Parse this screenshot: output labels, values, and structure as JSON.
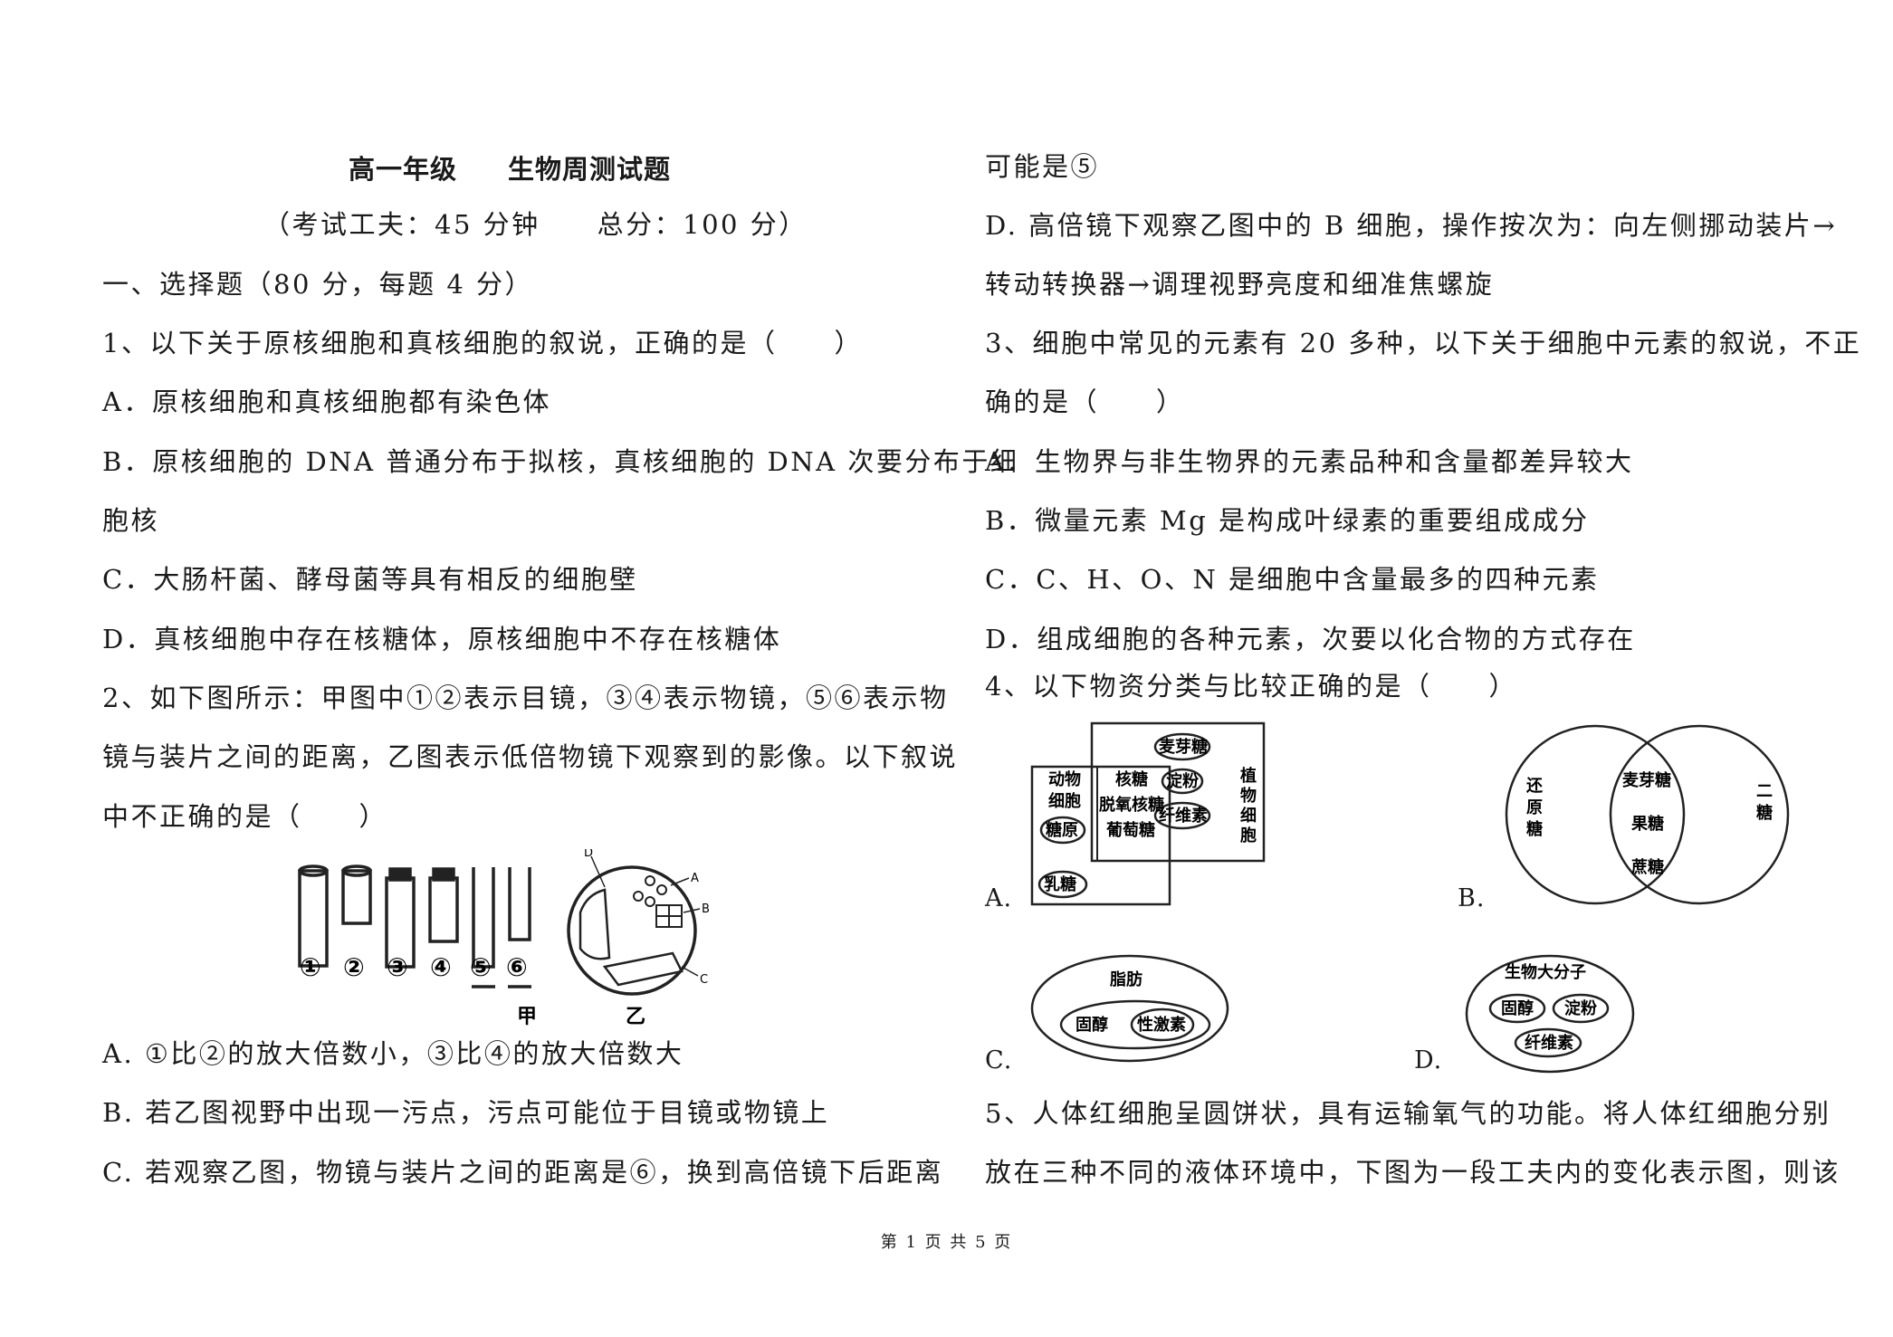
{
  "header": {
    "title_left": "高一年级",
    "title_right": "生物周测试题",
    "subtitle": "（考试工夫：45 分钟　　总分：100 分）"
  },
  "left_lines": [
    "一、选择题（80 分，每题 4 分）",
    "1、以下关于原核细胞和真核细胞的叙说，正确的是（　　）",
    "A．原核细胞和真核细胞都有染色体",
    "B．原核细胞的 DNA 普通分布于拟核，真核细胞的 DNA 次要分布于细",
    "胞核",
    "C．大肠杆菌、酵母菌等具有相反的细胞壁",
    "D．真核细胞中存在核糖体，原核细胞中不存在核糖体",
    "2、如下图所示：甲图中①②表示目镜，③④表示物镜，⑤⑥表示物",
    "镜与装片之间的距离，乙图表示低倍物镜下观察到的影像。以下叙说",
    "中不正确的是（　　）",
    "A. ①比②的放大倍数小，③比④的放大倍数大",
    "B. 若乙图视野中出现一污点，污点可能位于目镜或物镜上",
    "C. 若观察乙图，物镜与装片之间的距离是⑥，换到高倍镜下后距离"
  ],
  "microscope_figure": {
    "labels": [
      "①",
      "②",
      "③",
      "④",
      "⑤",
      "⑥"
    ],
    "caption_jia": "甲",
    "caption_yi": "乙",
    "cell_labels": [
      "A",
      "B",
      "C",
      "D"
    ]
  },
  "right_lines_top": [
    "可能是⑤",
    "D. 高倍镜下观察乙图中的 B 细胞，操作按次为：向左侧挪动装片→",
    "转动转换器→调理视野亮度和细准焦螺旋",
    "3、细胞中常见的元素有 20 多种，以下关于细胞中元素的叙说，不正",
    "确的是（　　）",
    "A．生物界与非生物界的元素品种和含量都差异较大",
    "B．微量元素 Mg 是构成叶绿素的重要组成成分",
    "C．C、H、O、N 是细胞中含量最多的四种元素",
    "D．组成细胞的各种元素，次要以化合物的方式存在",
    "4、以下物资分类与比较正确的是（　　）"
  ],
  "right_lines_bottom": [
    "5、人体红细胞呈圆饼状，具有运输氧气的功能。将人体红细胞分别",
    "放在三种不同的液体环境中，下图为一段工夫内的变化表示图，则该"
  ],
  "option_letters": [
    "A.",
    "B.",
    "C.",
    "D."
  ],
  "diagram_a": {
    "animal_1": "动物",
    "animal_2": "细胞",
    "glycogen": "糖原",
    "lactose": "乳糖",
    "ribose": "核糖",
    "deoxyribose": "脱氧核糖",
    "glucose": "葡萄糖",
    "maltose": "麦芽糖",
    "starch": "淀粉",
    "cellulose": "纤维素",
    "plant_1": "植",
    "plant_2": "物",
    "plant_3": "细",
    "plant_4": "胞"
  },
  "diagram_b": {
    "left_1": "还",
    "left_2": "原",
    "left_3": "糖",
    "right_1": "二",
    "right_2": "糖",
    "maltose": "麦芽糖",
    "fructose": "果糖",
    "sucrose": "蔗糖"
  },
  "diagram_c": {
    "lipid": "脂肪",
    "sterol": "固醇",
    "sex_hormone": "性激素"
  },
  "diagram_d": {
    "macromolecule": "生物大分子",
    "sterol": "固醇",
    "starch": "淀粉",
    "cellulose": "纤维素"
  },
  "footer": "第 1 页 共 5 页"
}
